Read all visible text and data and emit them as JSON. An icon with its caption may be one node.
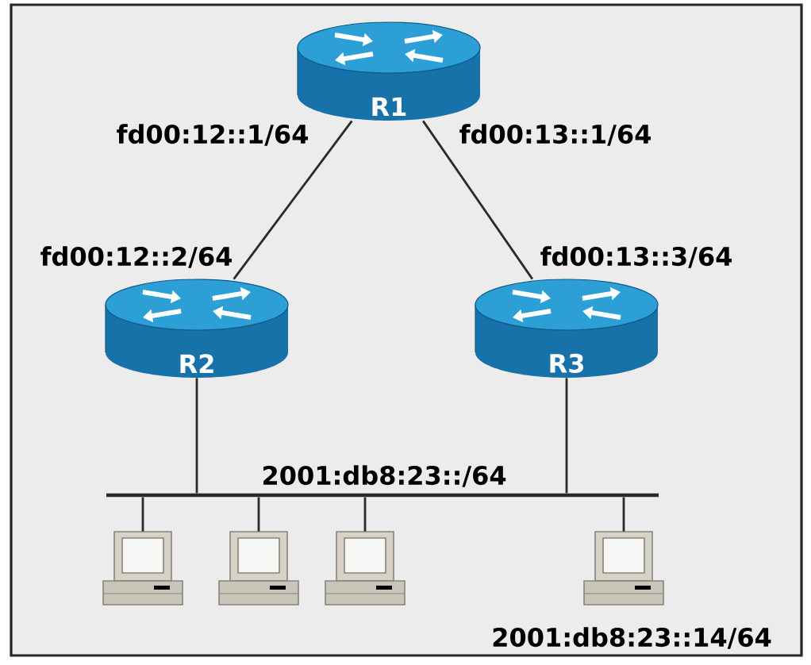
{
  "diagram": {
    "nodes": [
      {
        "text": [
          "R1"
        ],
        "beside": [
          "fd00:12::1/64",
          "fd00:13::1/64"
        ]
      },
      {
        "text": [
          "R2"
        ],
        "beside": [
          "fd00:12::2/64"
        ]
      },
      {
        "text": [
          "R3"
        ],
        "beside": [
          "fd00:13::3/64"
        ]
      },
      {
        "text": [],
        "shape": "bar",
        "beside": [
          "2001:db8:23::/64"
        ]
      },
      {
        "text": [],
        "shape": "picture"
      },
      {
        "text": [],
        "shape": "picture"
      },
      {
        "text": [],
        "shape": "picture"
      },
      {
        "text": [],
        "shape": "picture",
        "beside": [
          "2001:db8:23::14/64"
        ]
      }
    ],
    "edges": [
      {
        "from": 0,
        "to": 1,
        "arrow": "none"
      },
      {
        "from": 0,
        "to": 2,
        "arrow": "none"
      },
      {
        "from": 1,
        "to": 3,
        "arrow": "none"
      },
      {
        "from": 2,
        "to": 3,
        "arrow": "none"
      },
      {
        "from": 3,
        "to": 4,
        "arrow": "none"
      },
      {
        "from": 3,
        "to": 5,
        "arrow": "none"
      },
      {
        "from": 3,
        "to": 6,
        "arrow": "none"
      },
      {
        "from": 3,
        "to": 7,
        "arrow": "none"
      }
    ]
  }
}
